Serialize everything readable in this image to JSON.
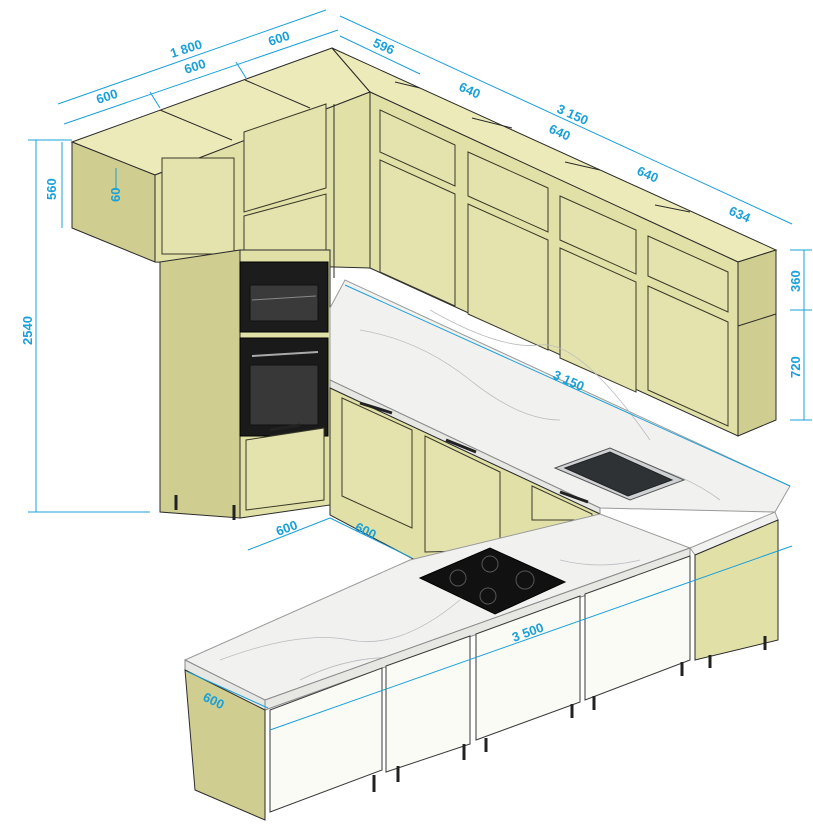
{
  "dimensions": {
    "upper_total_left": "1 800",
    "upper_left_a": "600",
    "upper_left_b": "600",
    "upper_left_c": "600",
    "upper_right_a": "596",
    "upper_right_b": "640",
    "upper_right_total": "3 150",
    "upper_right_c": "640",
    "upper_right_d": "640",
    "upper_right_e": "634",
    "overhang_depth": "60",
    "wall_cab_height": "560",
    "total_height": "2540",
    "right_upper_height": "360",
    "right_lower_height": "720",
    "counter_length_back": "3 150",
    "corner_depth_a": "600",
    "corner_depth_b": "600",
    "peninsula_length": "3 500",
    "peninsula_depth": "600"
  },
  "colors": {
    "cabinet": "#e1e0a6",
    "dimension": "#1aa0d8",
    "countertop": "#f1f1ef",
    "white_front": "#fbfbf6"
  },
  "icons": [
    "oven-icon",
    "microwave-oven-icon",
    "sink-icon",
    "cooktop-icon"
  ]
}
